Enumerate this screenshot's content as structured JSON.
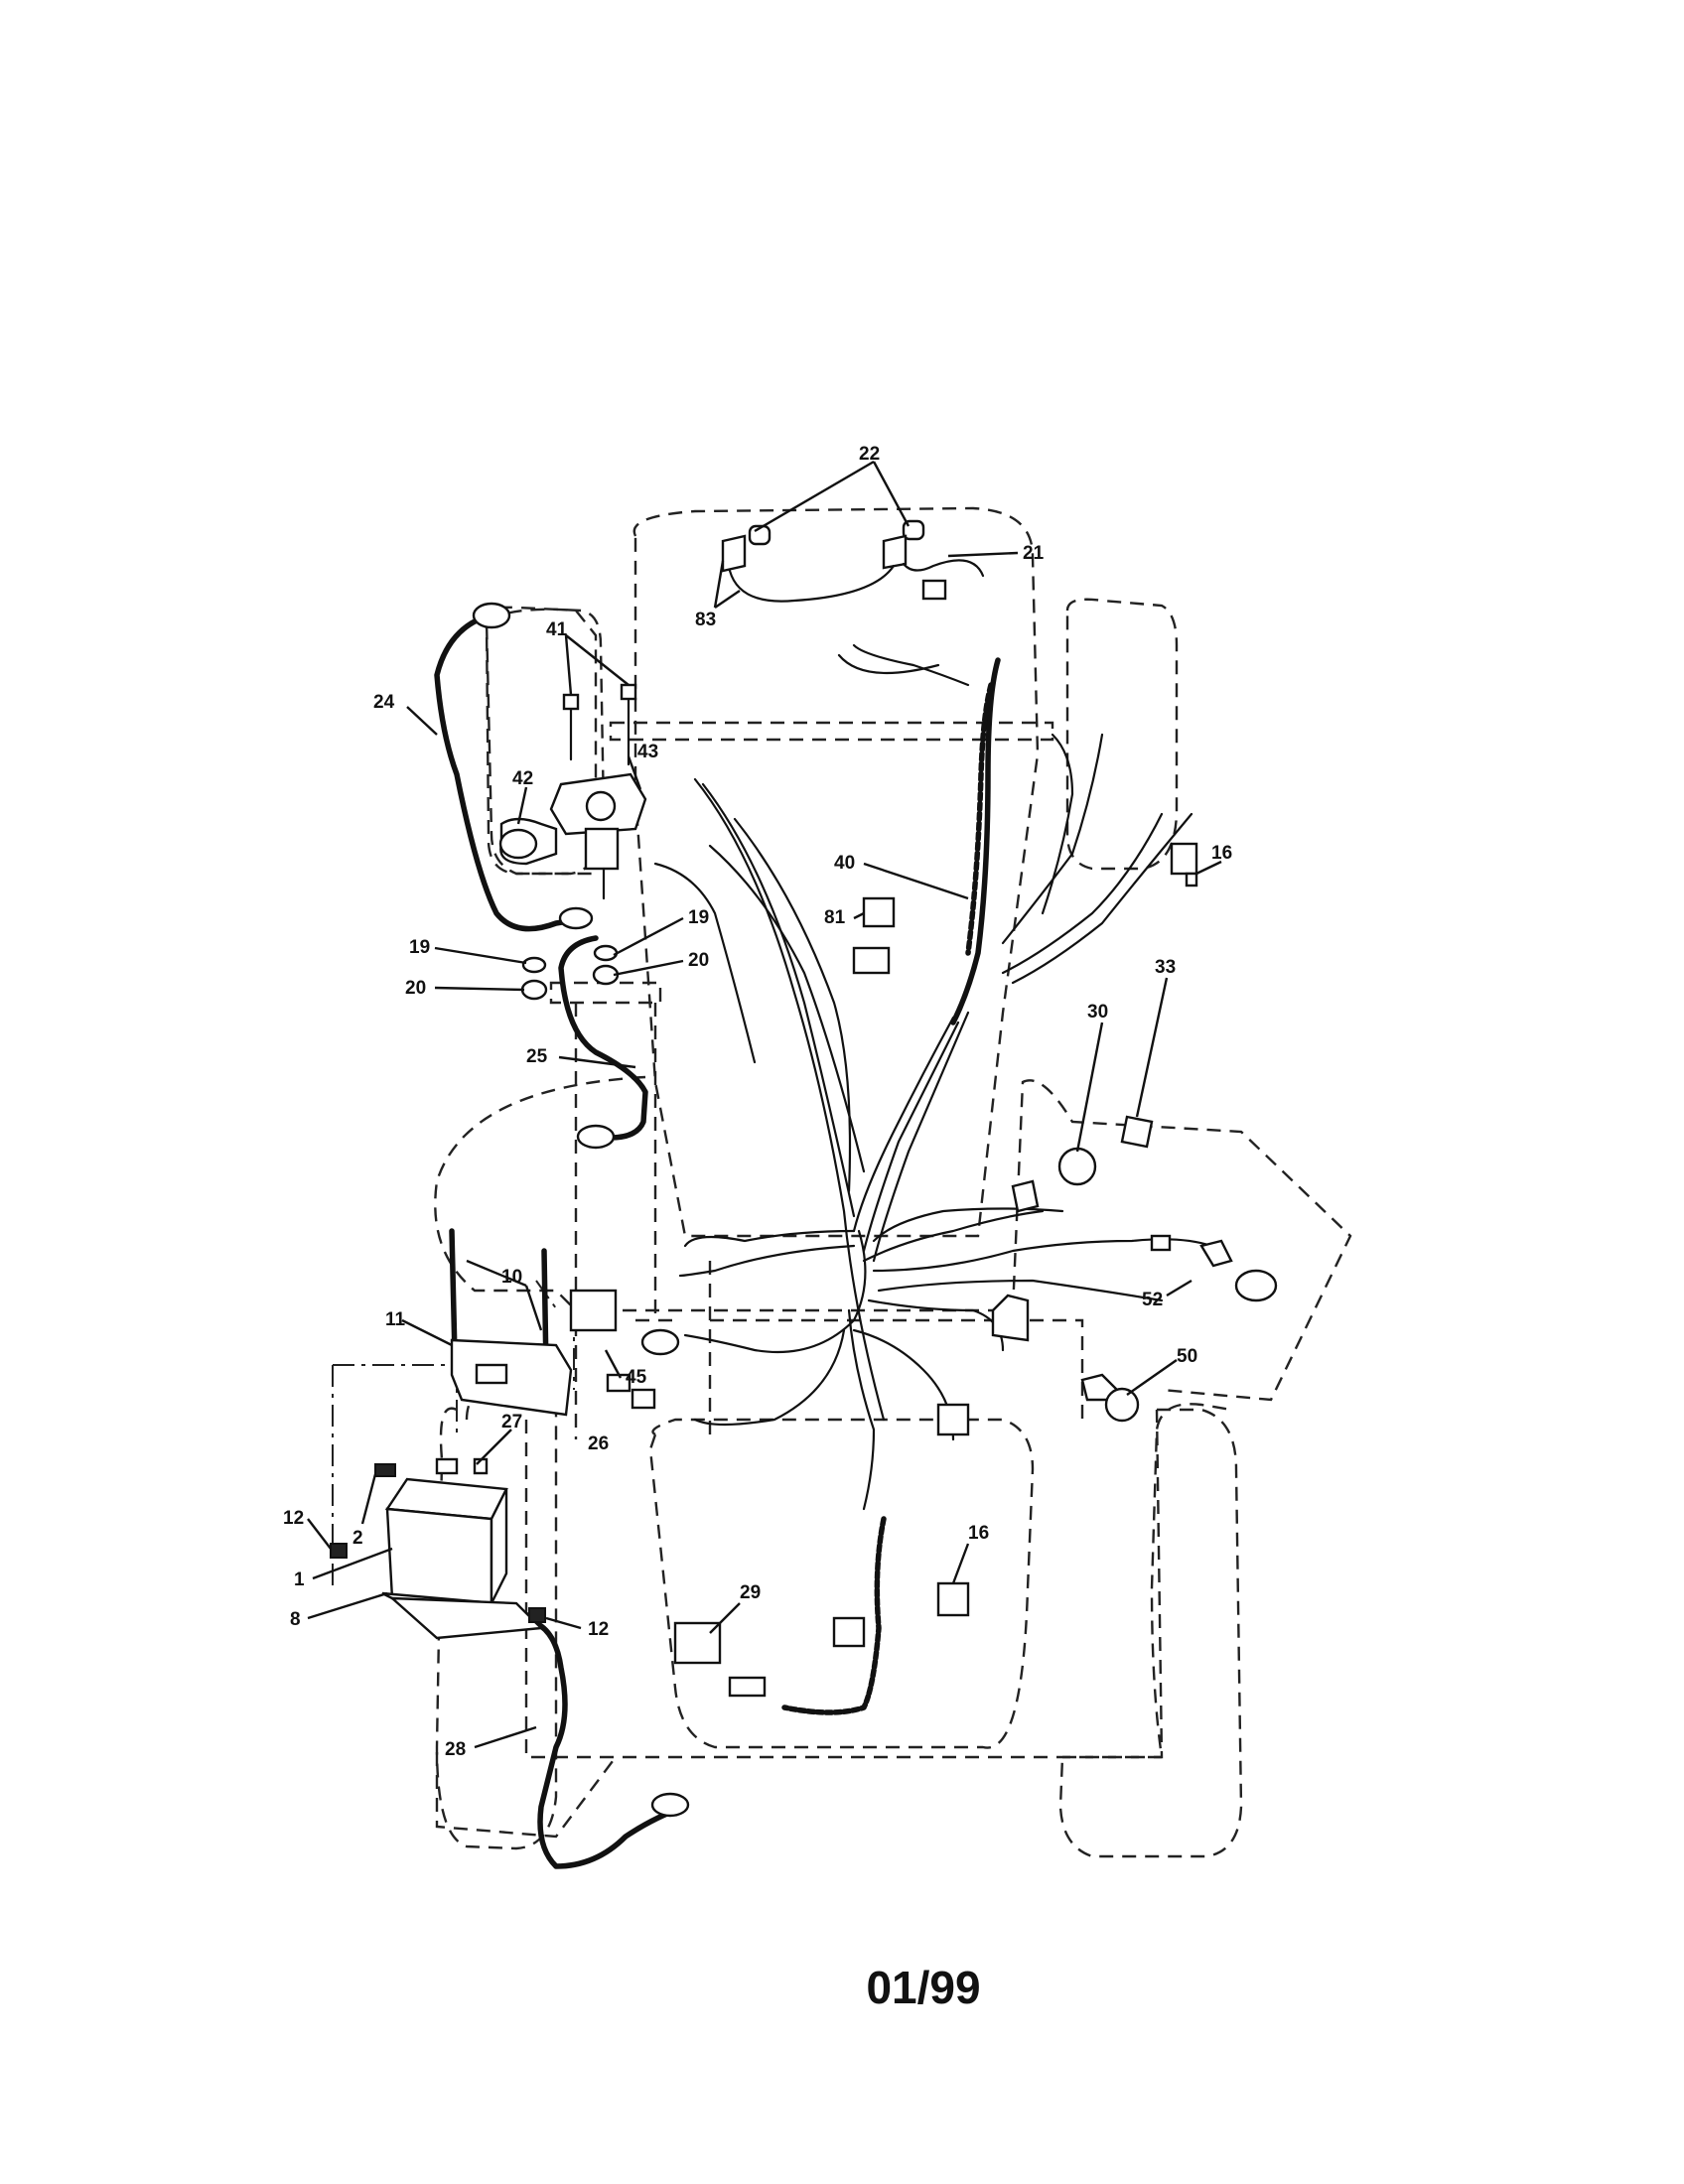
{
  "callouts": {
    "c22": "22",
    "c21": "21",
    "c83": "83",
    "c41": "41",
    "c24": "24",
    "c43": "43",
    "c42": "42",
    "c40": "40",
    "c16a": "16",
    "c81": "81",
    "c19a": "19",
    "c19b": "19",
    "c20a": "20",
    "c20b": "20",
    "c33": "33",
    "c30": "30",
    "c25": "25",
    "c10": "10",
    "c11": "11",
    "c52": "52",
    "c45": "45",
    "c50": "50",
    "c27": "27",
    "c26": "26",
    "c12a": "12",
    "c2": "2",
    "c1": "1",
    "c16b": "16",
    "c29": "29",
    "c8": "8",
    "c12b": "12",
    "c28": "28"
  },
  "date_code": "01/99"
}
